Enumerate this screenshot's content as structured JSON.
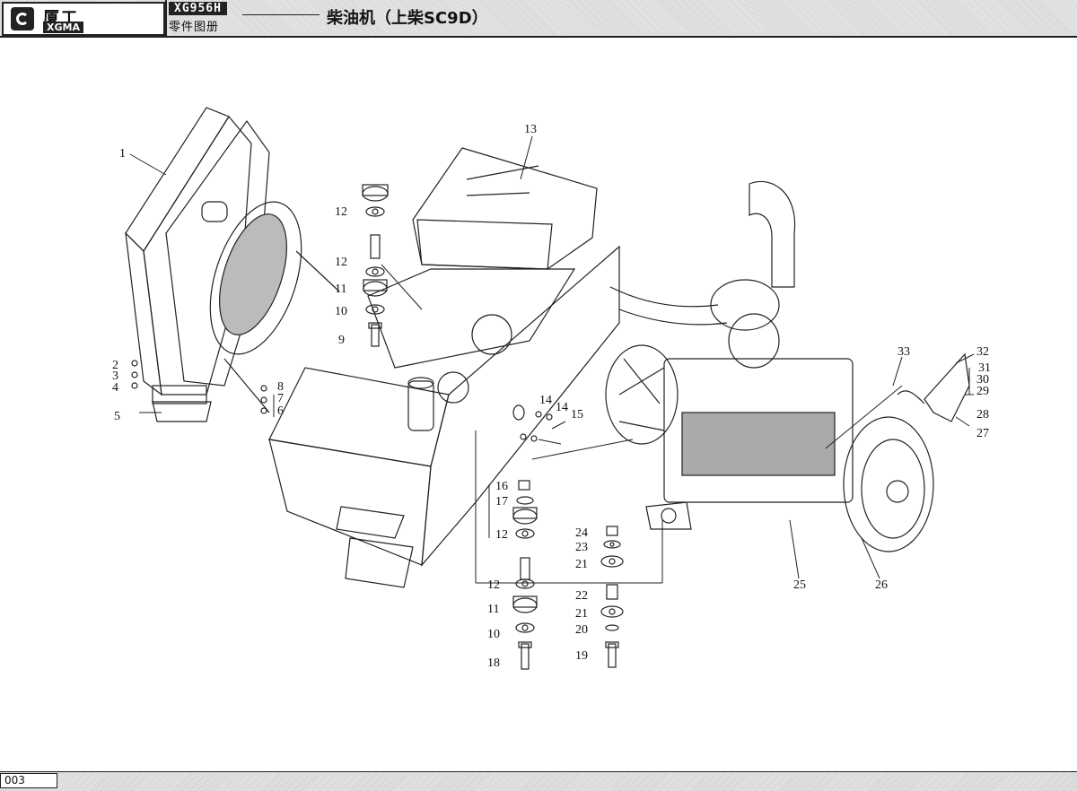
{
  "header": {
    "brand_cn": "厦工",
    "brand_en": "XGMA",
    "model": "XG956H",
    "subtitle": "零件图册",
    "title": "柴油机（上柴SC9D）"
  },
  "footer": {
    "page": "003"
  },
  "callouts": [
    "1",
    "2",
    "3",
    "4",
    "5",
    "6",
    "7",
    "8",
    "9",
    "10",
    "11",
    "12",
    "12",
    "13",
    "14",
    "14",
    "15",
    "16",
    "17",
    "12",
    "12",
    "11",
    "10",
    "18",
    "24",
    "23",
    "21",
    "22",
    "21",
    "20",
    "19",
    "25",
    "26",
    "27",
    "28",
    "29",
    "30",
    "31",
    "32",
    "33"
  ]
}
